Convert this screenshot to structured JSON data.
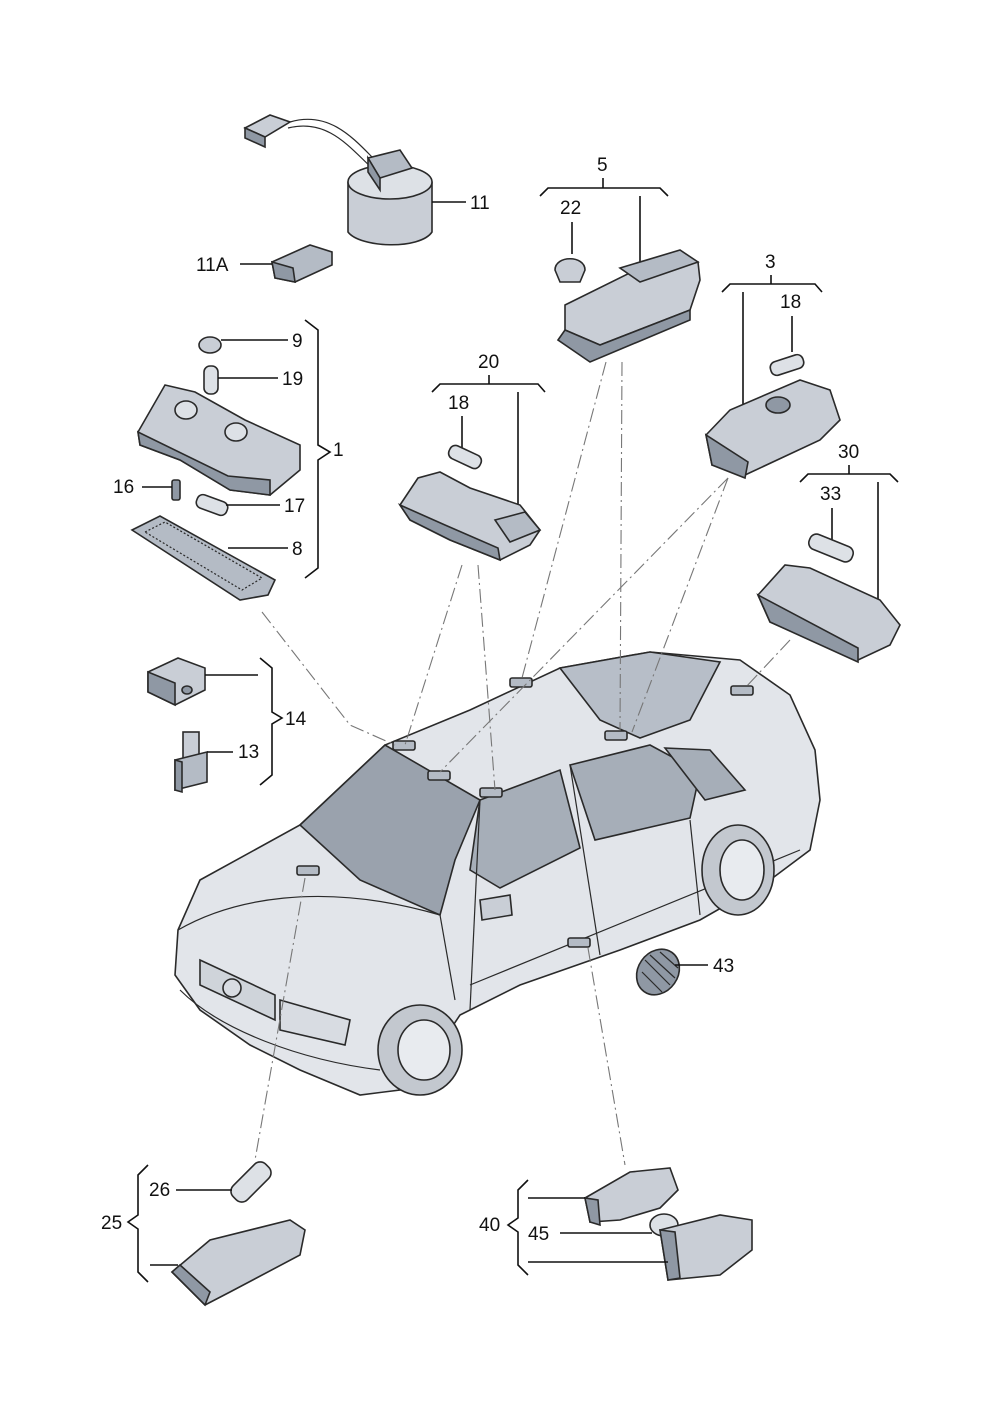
{
  "labels": {
    "p1": "1",
    "p3": "3",
    "p5": "5",
    "p8": "8",
    "p9": "9",
    "p11": "11",
    "p11a": "11A",
    "p13": "13",
    "p14": "14",
    "p16": "16",
    "p17": "17",
    "p18a": "18",
    "p18b": "18",
    "p19": "19",
    "p20": "20",
    "p22": "22",
    "p25": "25",
    "p26": "26",
    "p30": "30",
    "p33": "33",
    "p40": "40",
    "p43": "43",
    "p45": "45"
  },
  "colors": {
    "part_fill": "#c9ced6",
    "part_shade": "#8f98a4",
    "glass": "#9aa2ad",
    "car_body": "#e2e5ea",
    "line": "#111111"
  }
}
